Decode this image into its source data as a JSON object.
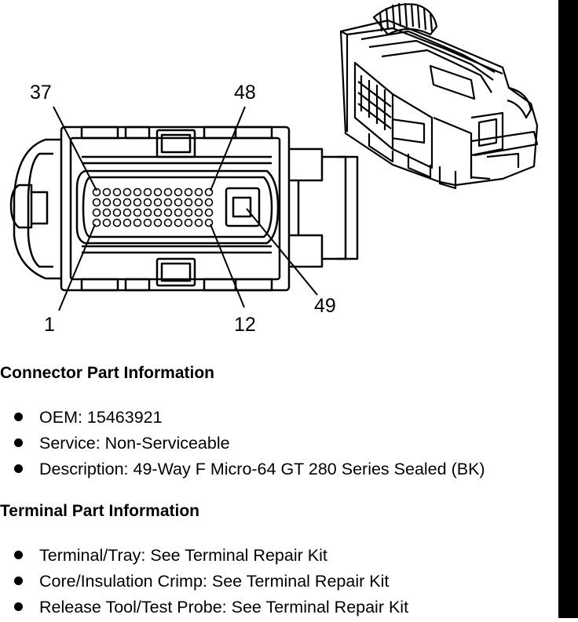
{
  "diagram": {
    "callouts": {
      "pin_37": "37",
      "pin_48": "48",
      "pin_1": "1",
      "pin_12": "12",
      "pin_49": "49"
    },
    "icons": {
      "connector_face": "connector-face-icon",
      "connector_perspective": "connector-perspective-icon"
    }
  },
  "connector_info": {
    "heading": "Connector Part Information",
    "items": [
      "OEM: 15463921",
      "Service: Non-Serviceable",
      "Description: 49-Way F Micro-64 GT 280 Series Sealed (BK)"
    ]
  },
  "terminal_info": {
    "heading": "Terminal Part Information",
    "items": [
      "Terminal/Tray: See Terminal Repair Kit",
      "Core/Insulation Crimp: See Terminal Repair Kit",
      "Release Tool/Test Probe: See Terminal Repair Kit"
    ]
  },
  "colors": {
    "ink": "#000000",
    "background": "#ffffff"
  }
}
